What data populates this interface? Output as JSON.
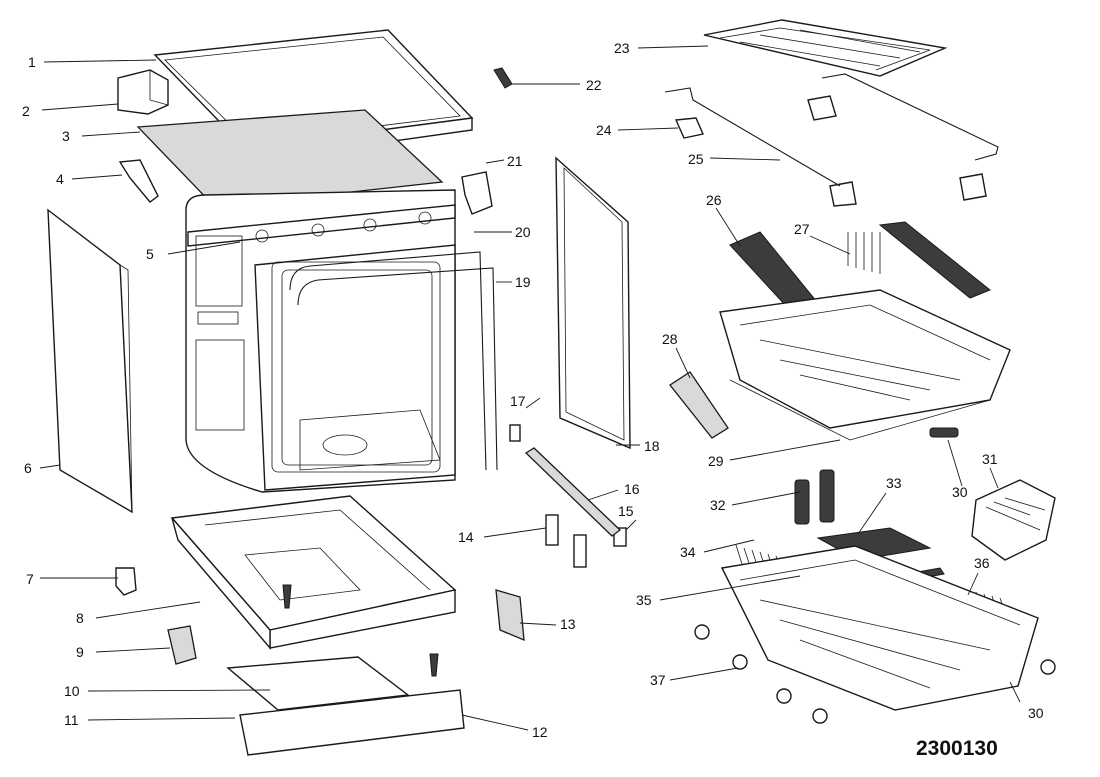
{
  "diagram": {
    "drawing_number": "2300130",
    "callouts": [
      "1",
      "2",
      "3",
      "4",
      "5",
      "6",
      "7",
      "8",
      "9",
      "10",
      "11",
      "12",
      "13",
      "14",
      "15",
      "16",
      "17",
      "18",
      "19",
      "20",
      "21",
      "22",
      "23",
      "24",
      "25",
      "26",
      "27",
      "28",
      "29",
      "30",
      "31",
      "32",
      "33",
      "34",
      "35",
      "36",
      "37",
      "30"
    ]
  }
}
